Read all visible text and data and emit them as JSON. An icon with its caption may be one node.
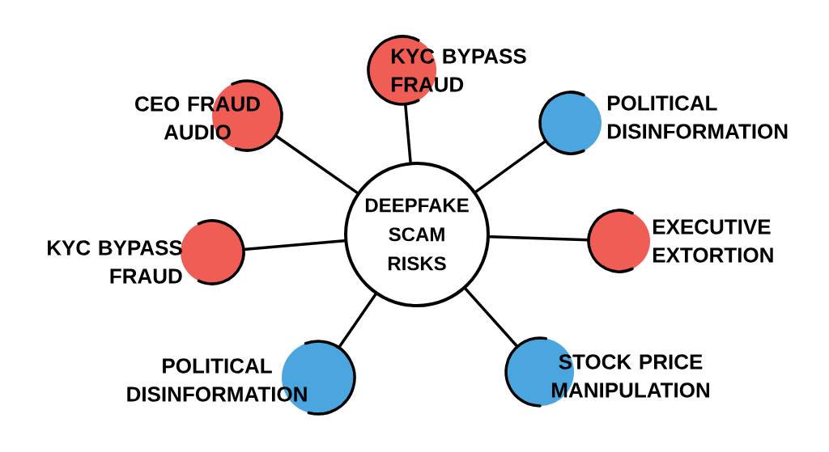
{
  "diagram": {
    "nodes": [
      {
        "text": [
          "DEEPFAKE SCAM RISKS"
        ]
      },
      {
        "text": [
          "KYC BYPASS FRAUD"
        ]
      },
      {
        "text": [
          "POLITICAL DISINFORMATION"
        ]
      },
      {
        "text": [
          "EXECUTIVE EXTORTION"
        ]
      },
      {
        "text": [
          "STOCK PRICE MANIPULATION"
        ]
      },
      {
        "text": [
          "POLITICAL DISINFORMATION"
        ]
      },
      {
        "text": [
          "KYC BYPASS FRAUD"
        ]
      },
      {
        "text": [
          "CEO FRAUD AUDIO"
        ]
      }
    ],
    "edges": [
      {
        "from": 0,
        "to": 1,
        "arrow": "none"
      },
      {
        "from": 0,
        "to": 2,
        "arrow": "none"
      },
      {
        "from": 0,
        "to": 3,
        "arrow": "none"
      },
      {
        "from": 0,
        "to": 4,
        "arrow": "none"
      },
      {
        "from": 0,
        "to": 5,
        "arrow": "none"
      },
      {
        "from": 0,
        "to": 6,
        "arrow": "none"
      },
      {
        "from": 0,
        "to": 7,
        "arrow": "none"
      }
    ]
  }
}
